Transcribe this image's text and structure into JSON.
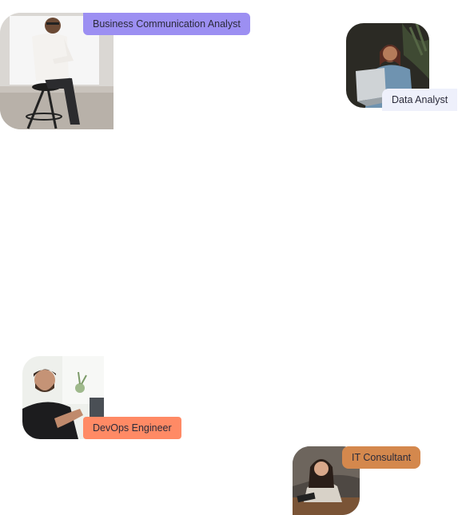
{
  "cards": [
    {
      "title": "Business Communication Analyst",
      "badge_color": "#9c8ff2",
      "photo": "man-sitting-on-stool-photo"
    },
    {
      "title": "Data Analyst",
      "badge_color": "#eef0fb",
      "photo": "woman-with-laptop-photo"
    },
    {
      "title": "DevOps Engineer",
      "badge_color": "#ff8a65",
      "photo": "man-at-desk-photo"
    },
    {
      "title": "IT Consultant",
      "badge_color": "#d4884d",
      "photo": "woman-at-table-photo"
    }
  ]
}
